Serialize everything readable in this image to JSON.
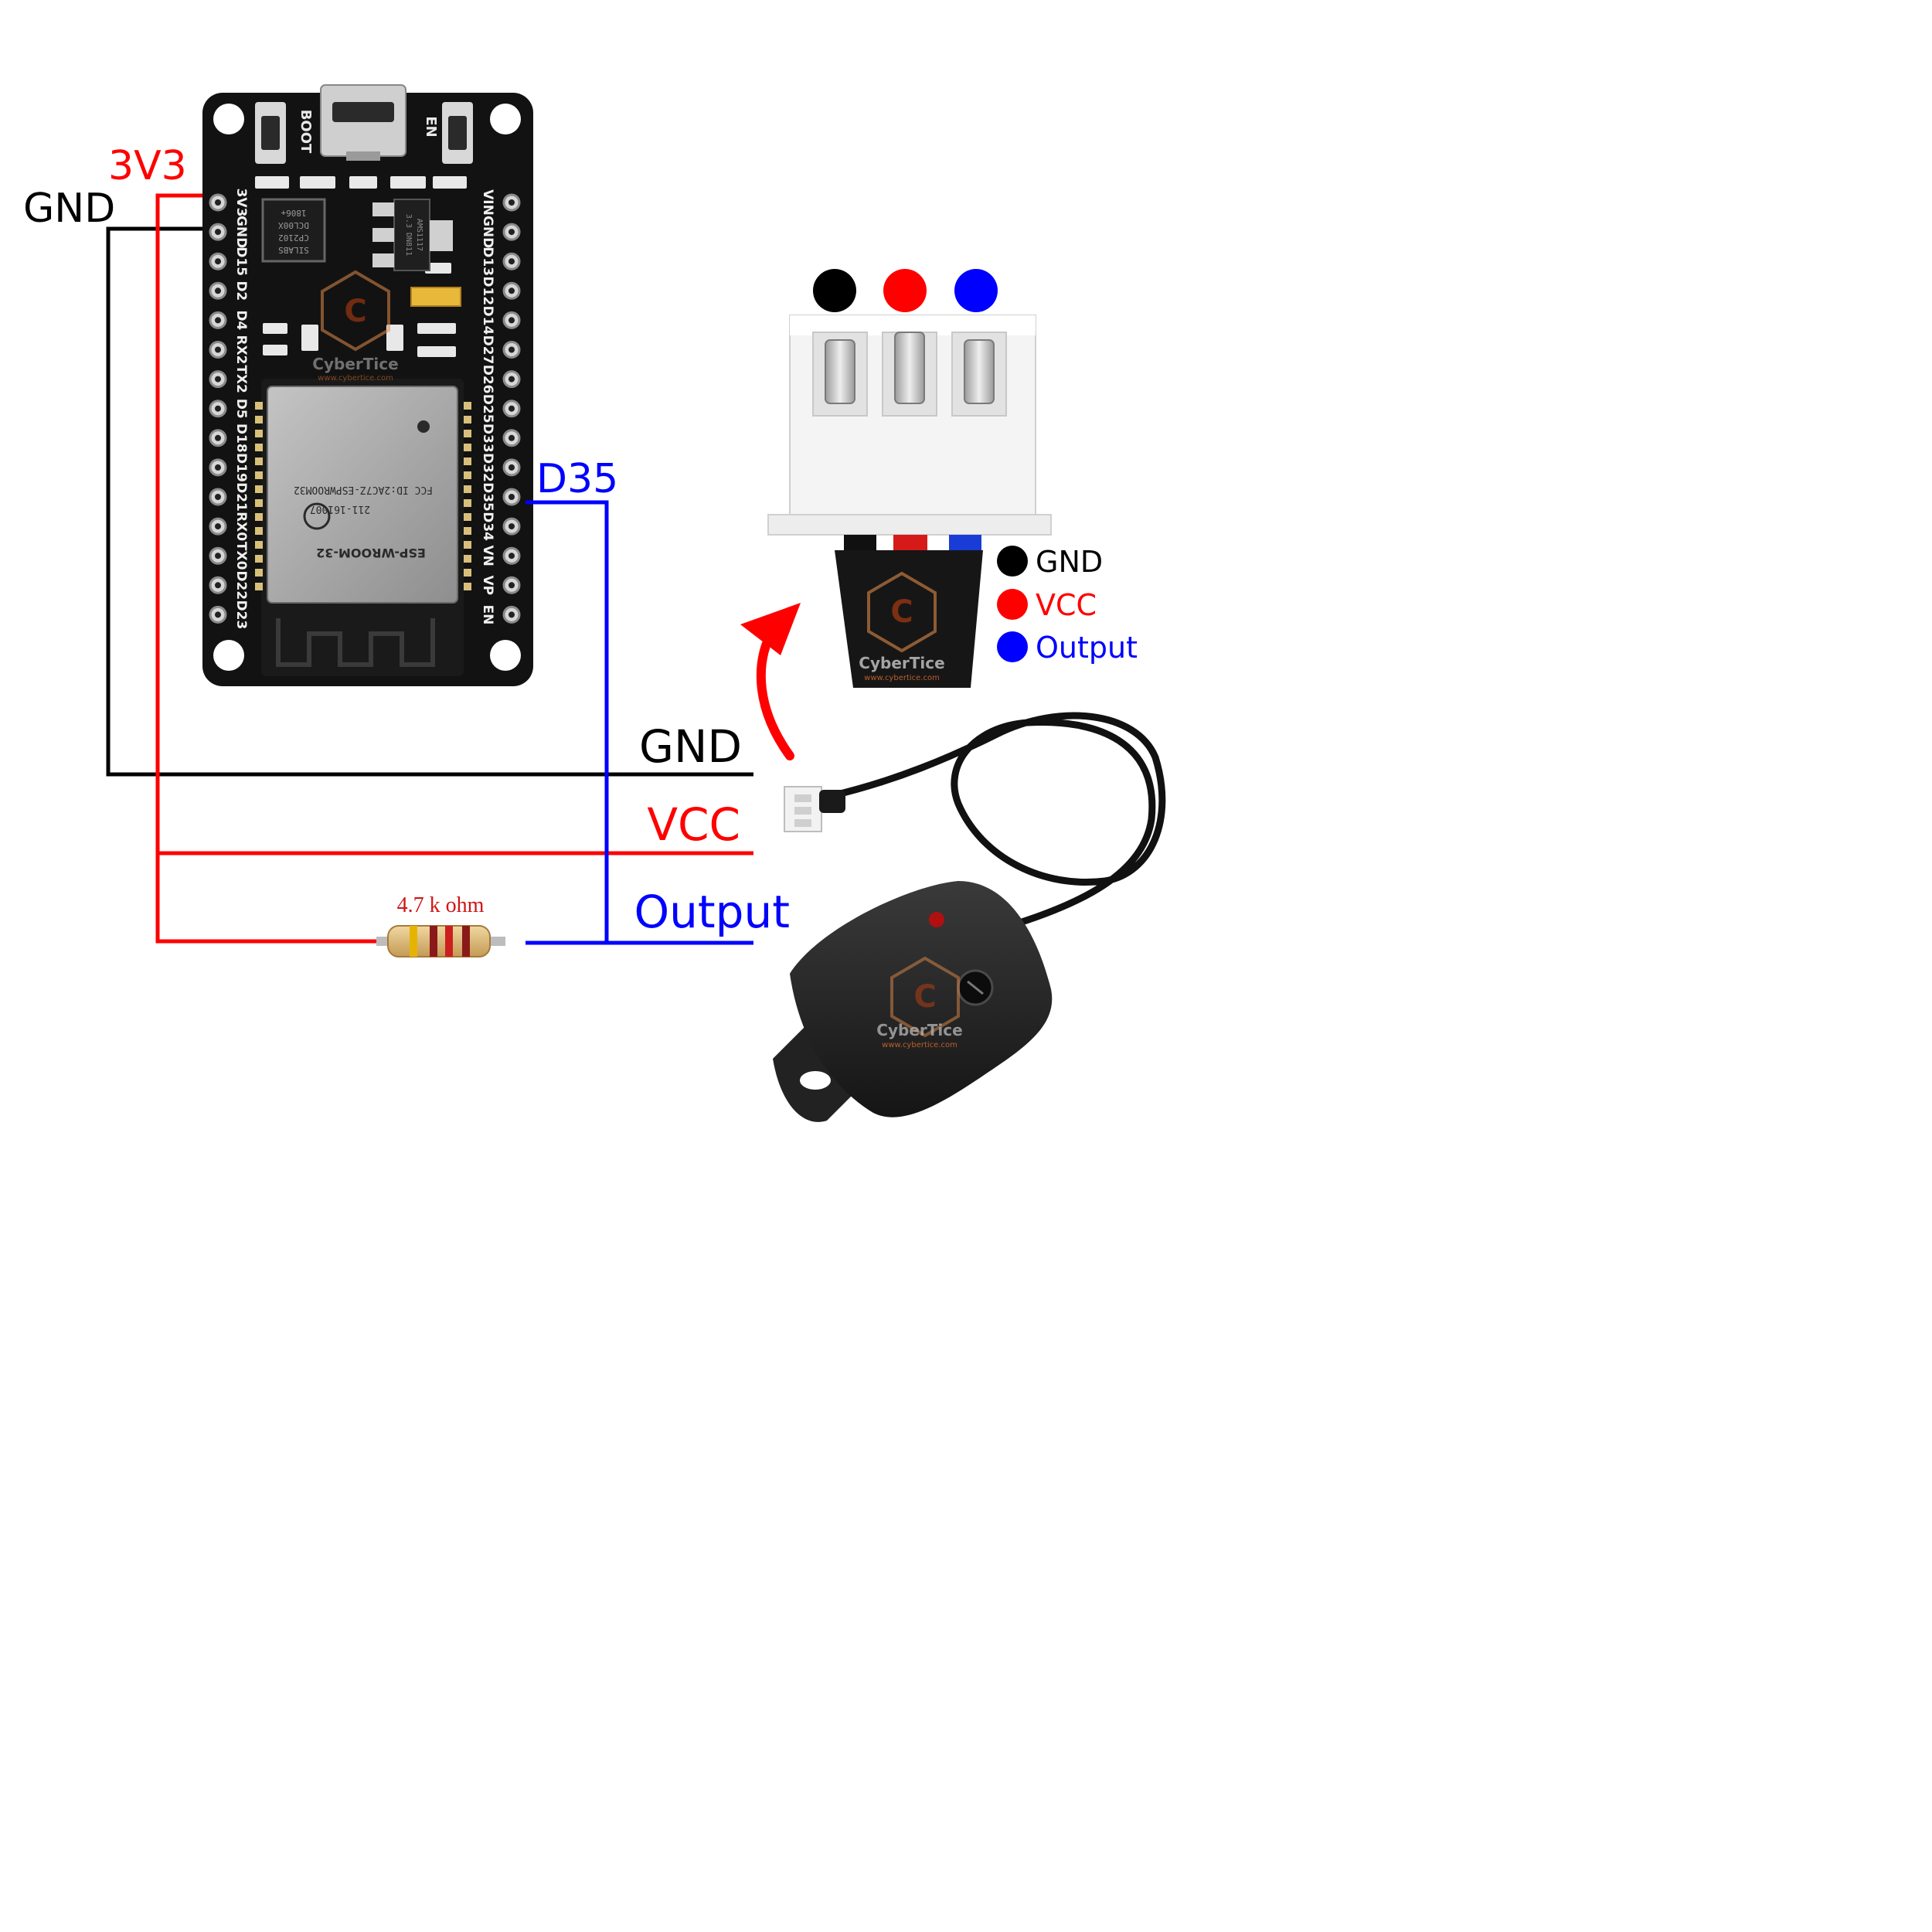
{
  "labels": {
    "board_3v3": "3V3",
    "board_gnd": "GND",
    "board_d35": "D35",
    "bus_gnd": "GND",
    "bus_vcc": "VCC",
    "bus_output": "Output",
    "resistor": "4.7 k ohm"
  },
  "board": {
    "boot": "BOOT",
    "en": "EN",
    "left_pins": [
      "3V3",
      "GND",
      "D15",
      "D2",
      "D4",
      "RX2",
      "TX2",
      "D5",
      "D18",
      "D19",
      "D21",
      "RX0",
      "TX0",
      "D22",
      "D23"
    ],
    "right_pins": [
      "VIN",
      "GND",
      "D13",
      "D12",
      "D14",
      "D27",
      "D26",
      "D25",
      "D33",
      "D32",
      "D35",
      "D34",
      "VN",
      "VP",
      "EN"
    ],
    "module_name": "ESP-WROOM-32",
    "module_fcc": "FCC ID:2AC7Z-ESPWROOM32",
    "module_id": "211-161007",
    "chip_text": [
      "SILABS",
      "CP2102",
      "DCL00X",
      "1806+"
    ],
    "regulator_text": [
      "AMS1117",
      "3.3 DN811"
    ]
  },
  "legend": [
    {
      "label": "GND",
      "color": "#000000"
    },
    {
      "label": "VCC",
      "color": "#ff0000"
    },
    {
      "label": "Output",
      "color": "#0000ff"
    }
  ],
  "connector_dots": [
    "#000000",
    "#ff0000",
    "#0000ff"
  ],
  "watermark": {
    "brand": "CyberTice",
    "url": "www.cybertice.com"
  },
  "colors": {
    "gnd": "#000000",
    "vcc": "#ff0000",
    "output": "#0000ff",
    "board": "#111111",
    "module": "#a8a8a8"
  }
}
